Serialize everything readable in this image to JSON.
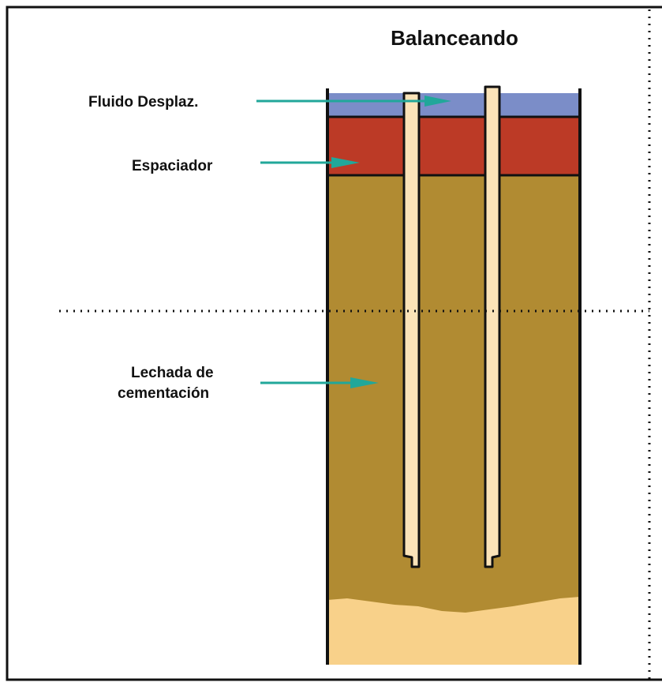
{
  "title": "Balanceando",
  "labels": {
    "fluid": "Fluido Desplaz.",
    "spacer": "Espaciador",
    "slurry_line1": "Lechada de",
    "slurry_line2": "cementación"
  },
  "colors": {
    "border": "#111111",
    "displacement_fluid": "#7b8dc8",
    "spacer": "#bc3a26",
    "cement_slurry": "#b18b32",
    "tubing": "#fbe3b8",
    "settled_cement": "#f8d18a",
    "arrow": "#21a79a"
  }
}
